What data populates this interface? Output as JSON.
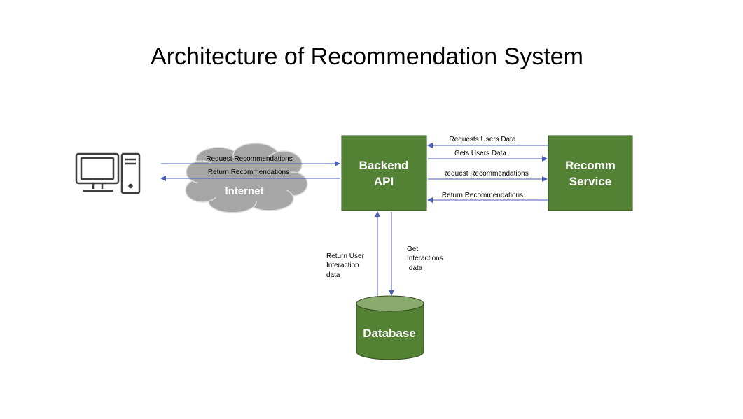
{
  "title": "Architecture of Recommendation System",
  "nodes": {
    "client": {
      "icon": "computer-icon"
    },
    "internet": {
      "label": "Internet"
    },
    "backend": {
      "line1": "Backend",
      "line2": "API"
    },
    "recomm": {
      "line1": "Recomm",
      "line2": "Service"
    },
    "database": {
      "label": "Database"
    }
  },
  "edges": {
    "request_recommendations_client": "Request Recommendations",
    "return_recommendations_client": "Return Recommendations",
    "requests_users_data": "Requests Users Data",
    "gets_users_data": "Gets Users Data",
    "request_recommendations_service": "Request Recommendations",
    "return_recommendations_service": "Return Recommendations",
    "return_user_interaction": [
      "Return User",
      "Interaction",
      "data"
    ],
    "get_interactions": [
      "Get",
      "Interactions",
      " data"
    ]
  },
  "colors": {
    "box_fill": "#548235",
    "box_stroke": "#2f4a1c",
    "db_top": "#8aab6e",
    "arrow": "#4a5fb5",
    "cloud": "#a6a6a6",
    "cloud_stroke": "#dcdcdc",
    "icon": "#3f3f3f"
  }
}
